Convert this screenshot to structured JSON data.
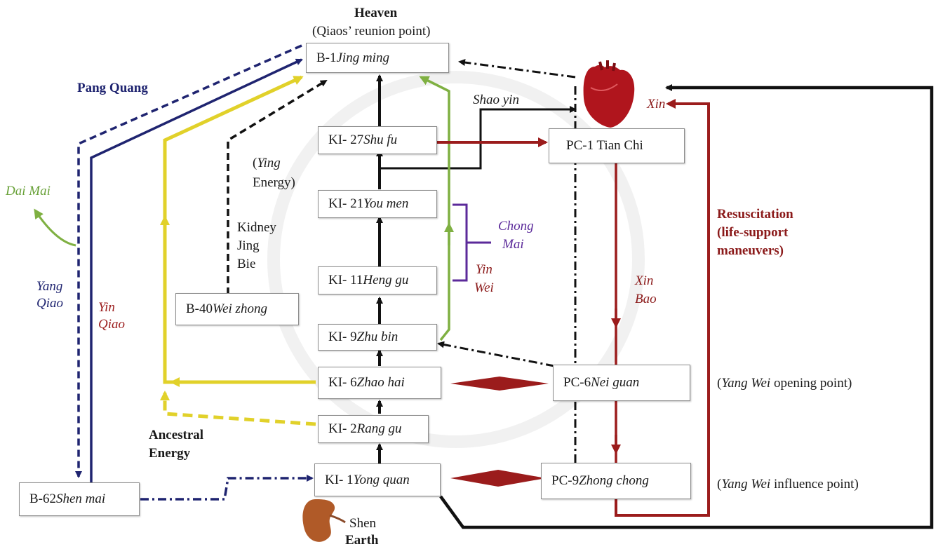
{
  "colors": {
    "navy": "#1f2470",
    "yellow": "#e1d12a",
    "green": "#7fb042",
    "black": "#111111",
    "red": "#9b1c1c",
    "purple": "#5b2a9a"
  },
  "top": {
    "heaven": "Heaven",
    "reunion": "(Qiaos’ reunion point)"
  },
  "boxes": {
    "b1_code": "B-1 ",
    "b1_name": "Jing ming",
    "ki27_code": "KI- 27 ",
    "ki27_name": "Shu fu",
    "ki21_code": "KI- 21 ",
    "ki21_name": "You men",
    "ki11_code": "KI- 11 ",
    "ki11_name": "Heng gu",
    "ki9_code": "KI- 9 ",
    "ki9_name": "Zhu bin",
    "ki6_code": "KI- 6 ",
    "ki6_name": "Zhao hai",
    "ki2_code": "KI- 2 ",
    "ki2_name": "Rang gu",
    "ki1_code": "KI- 1 ",
    "ki1_name": "Yong quan",
    "b40_code": "B-40 ",
    "b40_name": "Wei zhong",
    "b62_code": "B-62 ",
    "b62_name": "Shen mai",
    "pc1_label": "PC-1 Tian Chi",
    "pc6_code": "PC-6 ",
    "pc6_name": "Nei guan",
    "pc9_code": "PC-9 ",
    "pc9_name": "Zhong chong"
  },
  "labels": {
    "pang_quang": "Pang Quang",
    "dai_mai": "Dai Mai",
    "yang": "Yang",
    "qiao1": "Qiao",
    "yin": "Yin",
    "qiao2": "Qiao",
    "ying_italic": "Ying",
    "ying_open": "(",
    "energy": "Energy)",
    "kidney": "Kidney",
    "jing": "Jing",
    "bie": "Bie",
    "shao_yin": "Shao yin",
    "xin": "Xin",
    "chong": "Chong",
    "mai": "Mai",
    "yin_wei_1": "Yin",
    "yin_wei_2": "Wei",
    "xin_bao_1": "Xin",
    "xin_bao_2": "Bao",
    "resus_1": "Resuscitation",
    "resus_2": "(life-support",
    "resus_3": "maneuvers)",
    "ancestral_1": "Ancestral",
    "ancestral_2": "Energy",
    "shen": "Shen",
    "earth": "Earth",
    "yang_wei_open_italic": "Yang Wei",
    "yang_wei_open_rest": " opening point)",
    "yang_wei_infl_italic": "Yang Wei",
    "yang_wei_infl_rest": " influence point)",
    "paren_open_1": "(",
    "paren_open_2": "("
  }
}
